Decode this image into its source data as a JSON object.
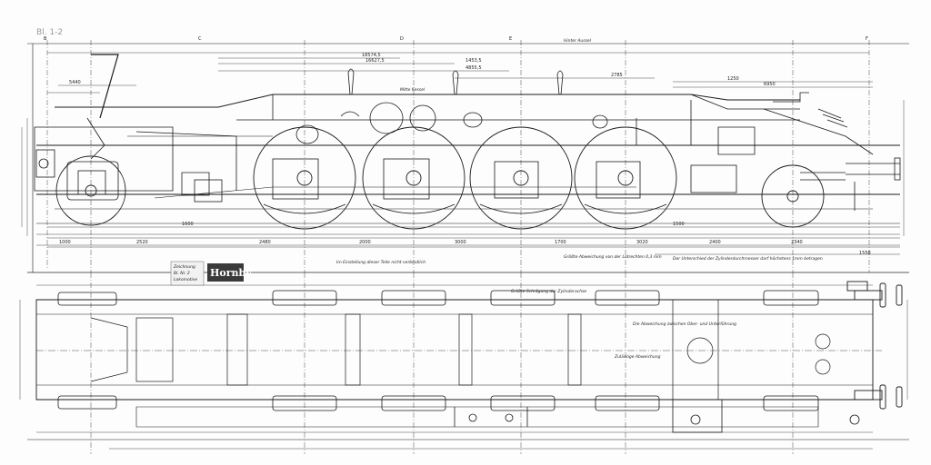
{
  "sheet": {
    "corner_label": "Bl. 1-2",
    "top_notes": [
      "Hinter Aussel",
      "Mitte Kessel"
    ],
    "section_marks": [
      "B",
      "C",
      "D",
      "E",
      "F"
    ],
    "upper_dims": [
      "18574,5",
      "16627,5",
      "1453,5",
      "4855,5",
      "2785",
      "1250",
      "6950",
      "5440"
    ],
    "lower_dims": [
      "1000",
      "2520",
      "1600",
      "2480",
      "2000",
      "3000",
      "1700",
      "3020",
      "2400",
      "2340",
      "1500",
      "1550"
    ],
    "notes": [
      "Im Einstellung dieser Teile nicht verbindlich",
      "Größte Abweichung von der Lotrechten 0,3 mm",
      "Der Unterschied der Zylinderdurchmesser darf höchstens 1mm betragen",
      "Größte Schrägung der Zylinderachse",
      "Die Abweichung zwischen Ober- und Unterführung",
      "Zulässige Abweichung"
    ]
  },
  "logo": {
    "text": "Hornby",
    "color": "#3a3a3a"
  },
  "stamp": {
    "lines": [
      "Zeichnung",
      "Bl. Nr. 2",
      "Lokomotive"
    ]
  }
}
